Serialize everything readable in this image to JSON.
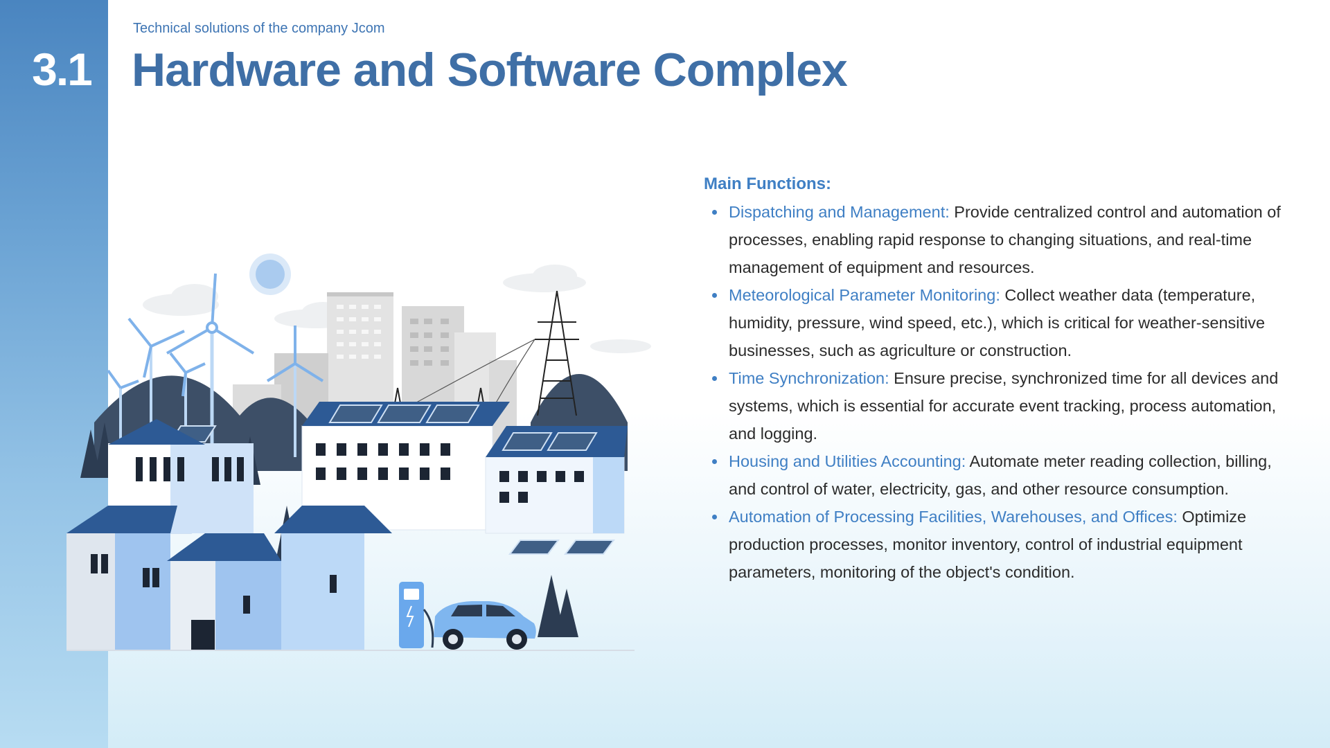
{
  "slide": {
    "section_number": "3.1",
    "subtitle": "Technical solutions of the company Jcom",
    "title": "Hardware and Software Complex"
  },
  "main_functions": {
    "heading": "Main Functions:",
    "items": [
      {
        "label": "Dispatching and Management:",
        "text": " Provide centralized control and automation of processes, enabling rapid response to changing situations, and real-time management of equipment and resources."
      },
      {
        "label": "Meteorological Parameter Monitoring:",
        "text": " Collect weather data (temperature, humidity, pressure, wind speed, etc.), which is critical for weather-sensitive businesses, such as agriculture or construction."
      },
      {
        "label": "Time Synchronization:",
        "text": " Ensure precise, synchronized time for all devices and systems, which is essential for accurate event tracking, process automation, and logging."
      },
      {
        "label": "Housing and Utilities Accounting:",
        "text": " Automate meter reading collection, billing, and control of water, electricity, gas, and other resource consumption."
      },
      {
        "label": "Automation of Processing Facilities, Warehouses, and Offices:",
        "text": " Optimize production processes, monitor inventory, control of industrial equipment parameters, monitoring of the object's condition."
      }
    ]
  },
  "colors": {
    "accent": "#3f7fc4",
    "title": "#3f6fa6",
    "sidebar_top": "#4a85c0",
    "sidebar_bottom": "#b7dcf2",
    "body_text": "#2b2b2b"
  },
  "illustration": {
    "icons": [
      "sun-icon",
      "cloud-icon",
      "wind-turbine-icon",
      "skyscraper-icon",
      "power-pylon-icon",
      "mountain-icon",
      "pine-tree-icon",
      "solar-panel-icon",
      "house-icon",
      "factory-icon",
      "ev-charger-icon",
      "electric-car-icon"
    ]
  }
}
